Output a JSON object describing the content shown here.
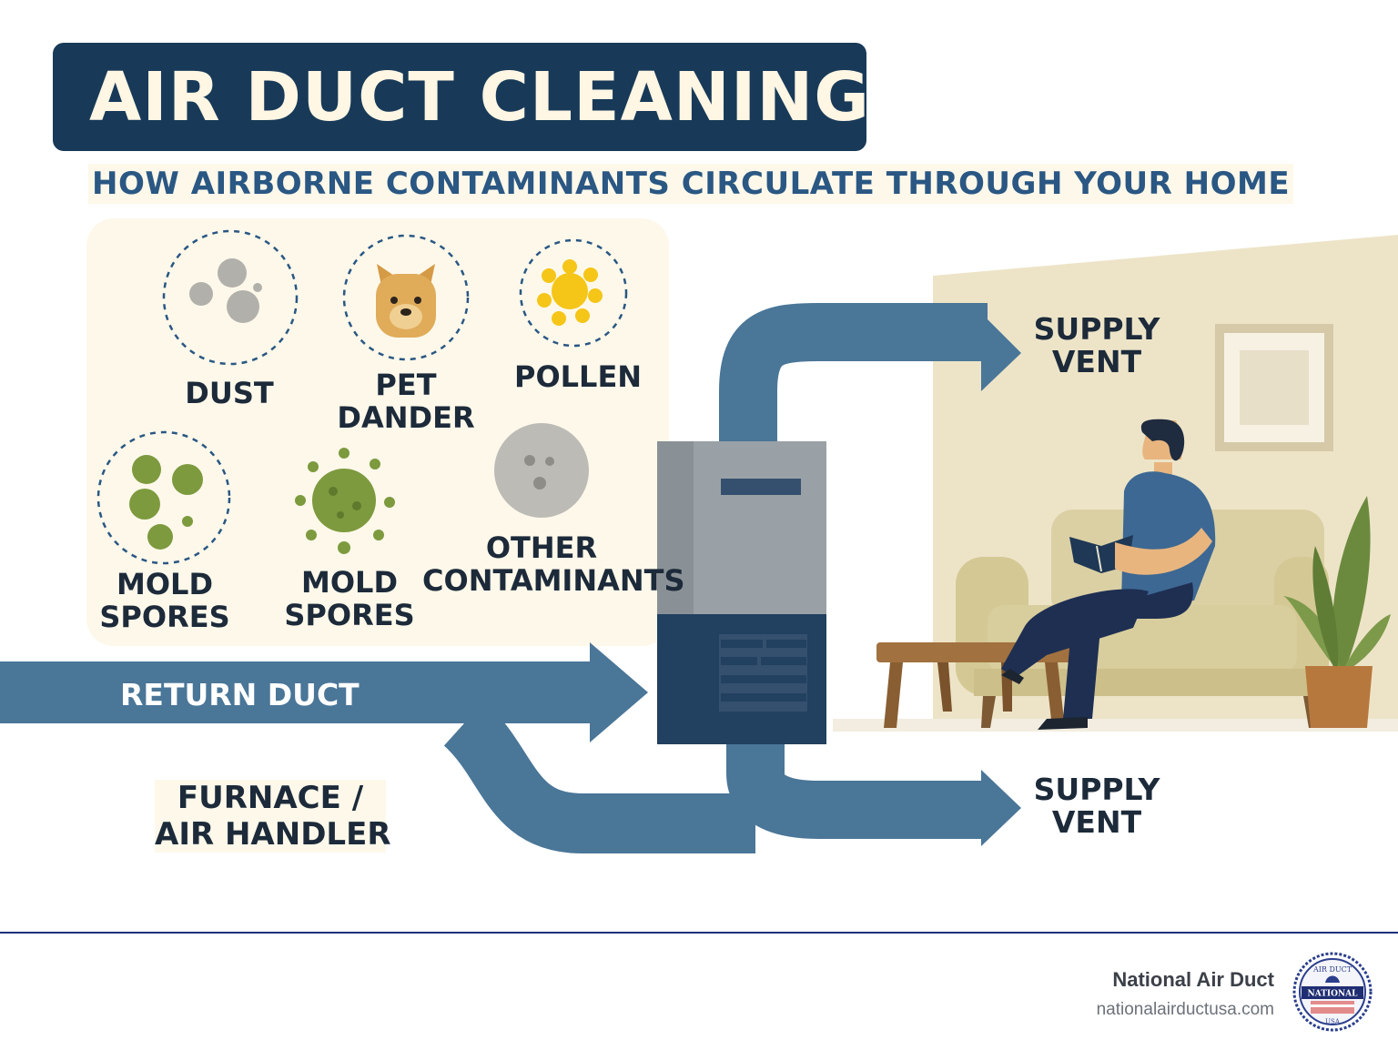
{
  "title": "AIR DUCT CLEANING",
  "subtitle": "HOW AIRBORNE CONTAMINANTS CIRCULATE THROUGH YOUR HOME",
  "contaminants": {
    "dust": "DUST",
    "pet_dander": [
      "PET",
      "DANDER"
    ],
    "pollen": "POLLEN",
    "mold_spores_1": [
      "MOLD",
      "SPORES"
    ],
    "mold_spores_2": [
      "MOLD",
      "SPORES"
    ],
    "other": [
      "OTHER",
      "CONTAMINANTS"
    ]
  },
  "labels": {
    "supply_vent_top": [
      "SUPPLY",
      "VENT"
    ],
    "supply_vent_bottom": [
      "SUPPLY",
      "VENT"
    ],
    "return_duct": "RETURN DUCT",
    "furnace": [
      "FURNACE /",
      "AIR HANDLER"
    ]
  },
  "footer": {
    "brand": "National Air Duct",
    "url": "nationalairductusa.com",
    "seal_top": "AIR DUCT",
    "seal_middle": "NATIONAL",
    "seal_bottom": "USA"
  },
  "colors": {
    "navy": "#183a58",
    "duct_blue": "#4a7698",
    "cream": "#fdf8ea",
    "mold_green": "#7d9a3e",
    "pollen_yellow": "#f5c518"
  }
}
